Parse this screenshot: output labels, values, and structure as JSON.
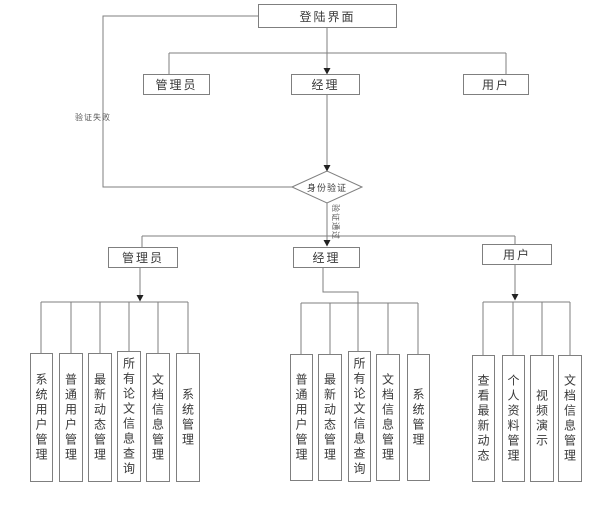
{
  "nodes": {
    "login": "登陆界面",
    "admin_top": "管理员",
    "manager_top": "经理",
    "user_top": "用户",
    "decision": "身份验证",
    "admin_mid": "管理员",
    "manager_mid": "经理",
    "user_mid": "用户"
  },
  "edges": {
    "fail_label": "验证失败",
    "pass_label": "验证通过"
  },
  "admin_functions": [
    "系统用户管理",
    "普通用户管理",
    "最新动态管理",
    "所有论文信息查询",
    "文档信息管理",
    "系统管理"
  ],
  "manager_functions": [
    "普通用户管理",
    "最新动态管理",
    "所有论文信息查询",
    "文档信息管理",
    "系统管理"
  ],
  "user_functions": [
    "查看最新动态",
    "个人资料管理",
    "视频演示",
    "文档信息管理"
  ],
  "colors": {
    "background": "#ffffff",
    "line": "#7f7f7f",
    "box_border": "#7f7f7f",
    "text": "#3a3a3a",
    "arrow": "#222222"
  }
}
